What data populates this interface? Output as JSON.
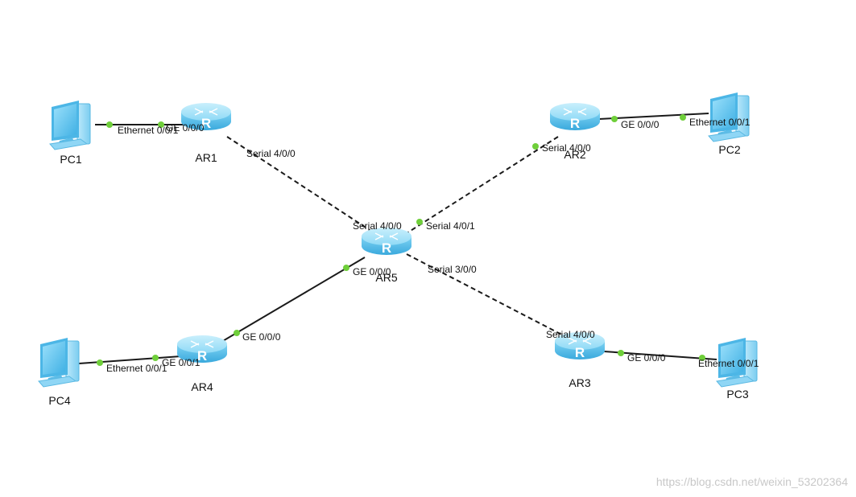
{
  "devices": {
    "ar1": {
      "label": "AR1",
      "type": "router"
    },
    "ar2": {
      "label": "AR2",
      "type": "router"
    },
    "ar3": {
      "label": "AR3",
      "type": "router"
    },
    "ar4": {
      "label": "AR4",
      "type": "router"
    },
    "ar5": {
      "label": "AR5",
      "type": "router"
    },
    "pc1": {
      "label": "PC1",
      "type": "pc"
    },
    "pc2": {
      "label": "PC2",
      "type": "pc"
    },
    "pc3": {
      "label": "PC3",
      "type": "pc"
    },
    "pc4": {
      "label": "PC4",
      "type": "pc"
    }
  },
  "ports": {
    "pc1_eth": "Ethernet 0/0/1",
    "ar1_ge": "GE 0/0/0",
    "ar1_serial": "Serial 4/0/0",
    "ar5_s400": "Serial 4/0/0",
    "ar5_s401": "Serial 4/0/1",
    "ar2_serial": "Serial 4/0/0",
    "ar2_ge": "GE 0/0/0",
    "pc2_eth": "Ethernet 0/0/1",
    "ar5_ge": "GE 0/0/0",
    "ar5_s300": "Serial 3/0/0",
    "ar4_ge000": "GE 0/0/0",
    "ar4_ge001": "GE 0/0/1",
    "pc4_eth": "Ethernet 0/0/1",
    "ar3_serial": "Serial 4/0/0",
    "ar3_ge": "GE 0/0/0",
    "pc3_eth": "Ethernet 0/0/1"
  },
  "links": [
    {
      "from": "PC1",
      "to": "AR1",
      "medium": "ethernet"
    },
    {
      "from": "AR2",
      "to": "PC2",
      "medium": "ethernet"
    },
    {
      "from": "AR4",
      "to": "PC4",
      "medium": "ethernet"
    },
    {
      "from": "AR3",
      "to": "PC3",
      "medium": "ethernet"
    },
    {
      "from": "AR5",
      "to": "AR4",
      "medium": "ethernet"
    },
    {
      "from": "AR1",
      "to": "AR5",
      "medium": "serial"
    },
    {
      "from": "AR2",
      "to": "AR5",
      "medium": "serial"
    },
    {
      "from": "AR5",
      "to": "AR3",
      "medium": "serial"
    }
  ],
  "watermark": "https://blog.csdn.net/weixin_53202364",
  "colors": {
    "router_body": "#5fc4ee",
    "router_top": "#9fe0fa",
    "pc_screen": "#6cc7f0",
    "port_dot": "#6fcf3a",
    "link": "#1a1a1a",
    "watermark": "#c8c8c8"
  }
}
